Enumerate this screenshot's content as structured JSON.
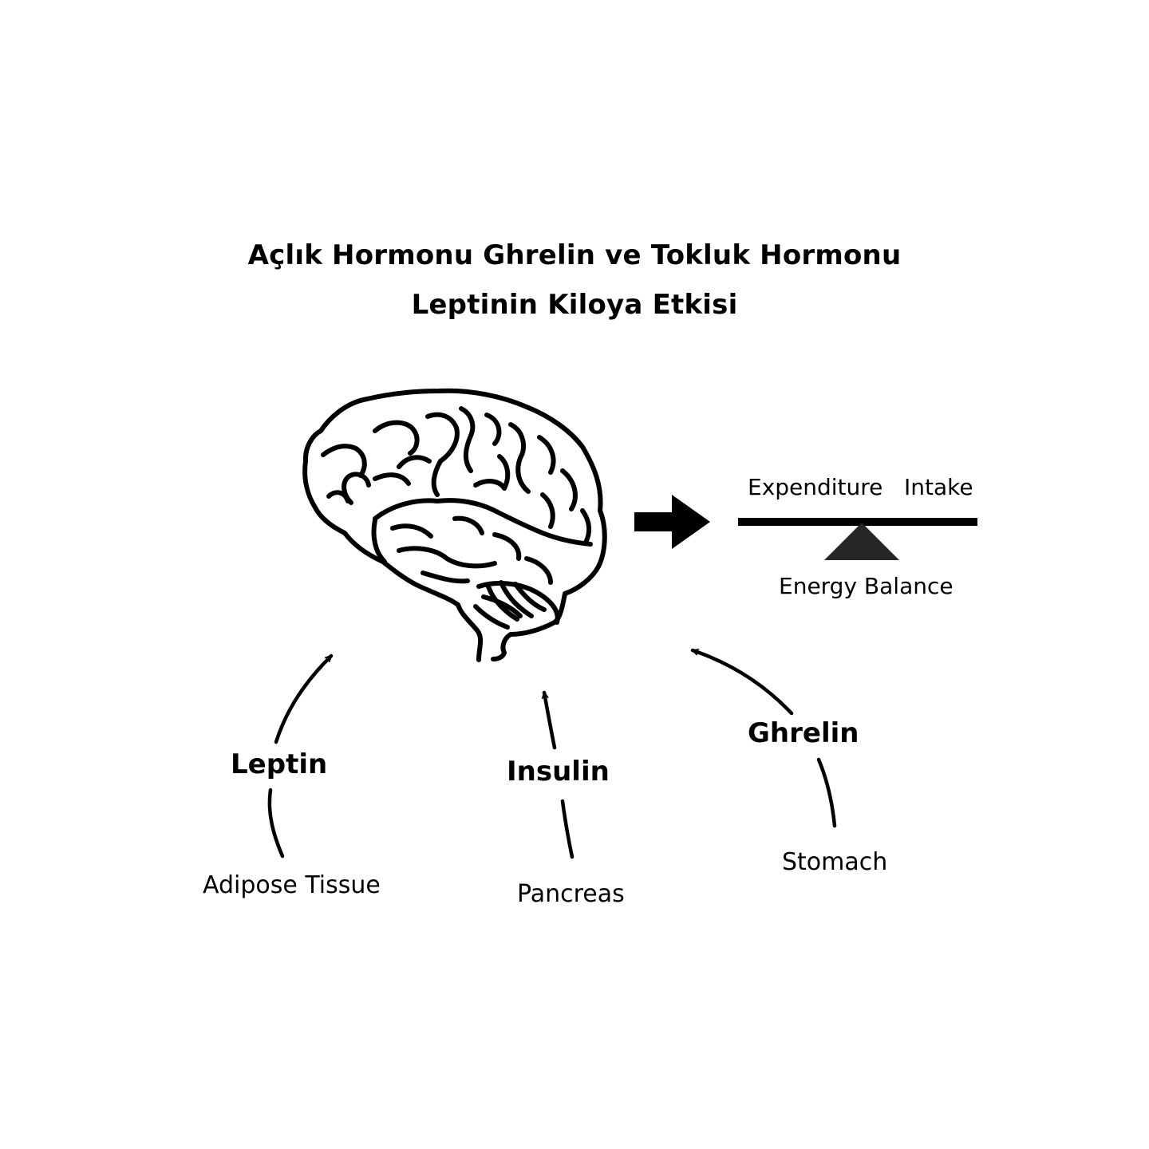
{
  "title": {
    "line1": "Açlık Hormonu Ghrelin ve Tokluk Hormonu",
    "line2": "Leptinin Kiloya Etkisi"
  },
  "balance": {
    "left_label": "Expenditure",
    "right_label": "Intake",
    "caption": "Energy Balance"
  },
  "hormones": [
    {
      "name": "Leptin",
      "source": "Adipose Tissue"
    },
    {
      "name": "Insulin",
      "source": "Pancreas"
    },
    {
      "name": "Ghrelin",
      "source": "Stomach"
    }
  ],
  "icons": {
    "brain": "brain-icon",
    "arrow": "arrow-right-icon",
    "scale": "scale-icon"
  }
}
